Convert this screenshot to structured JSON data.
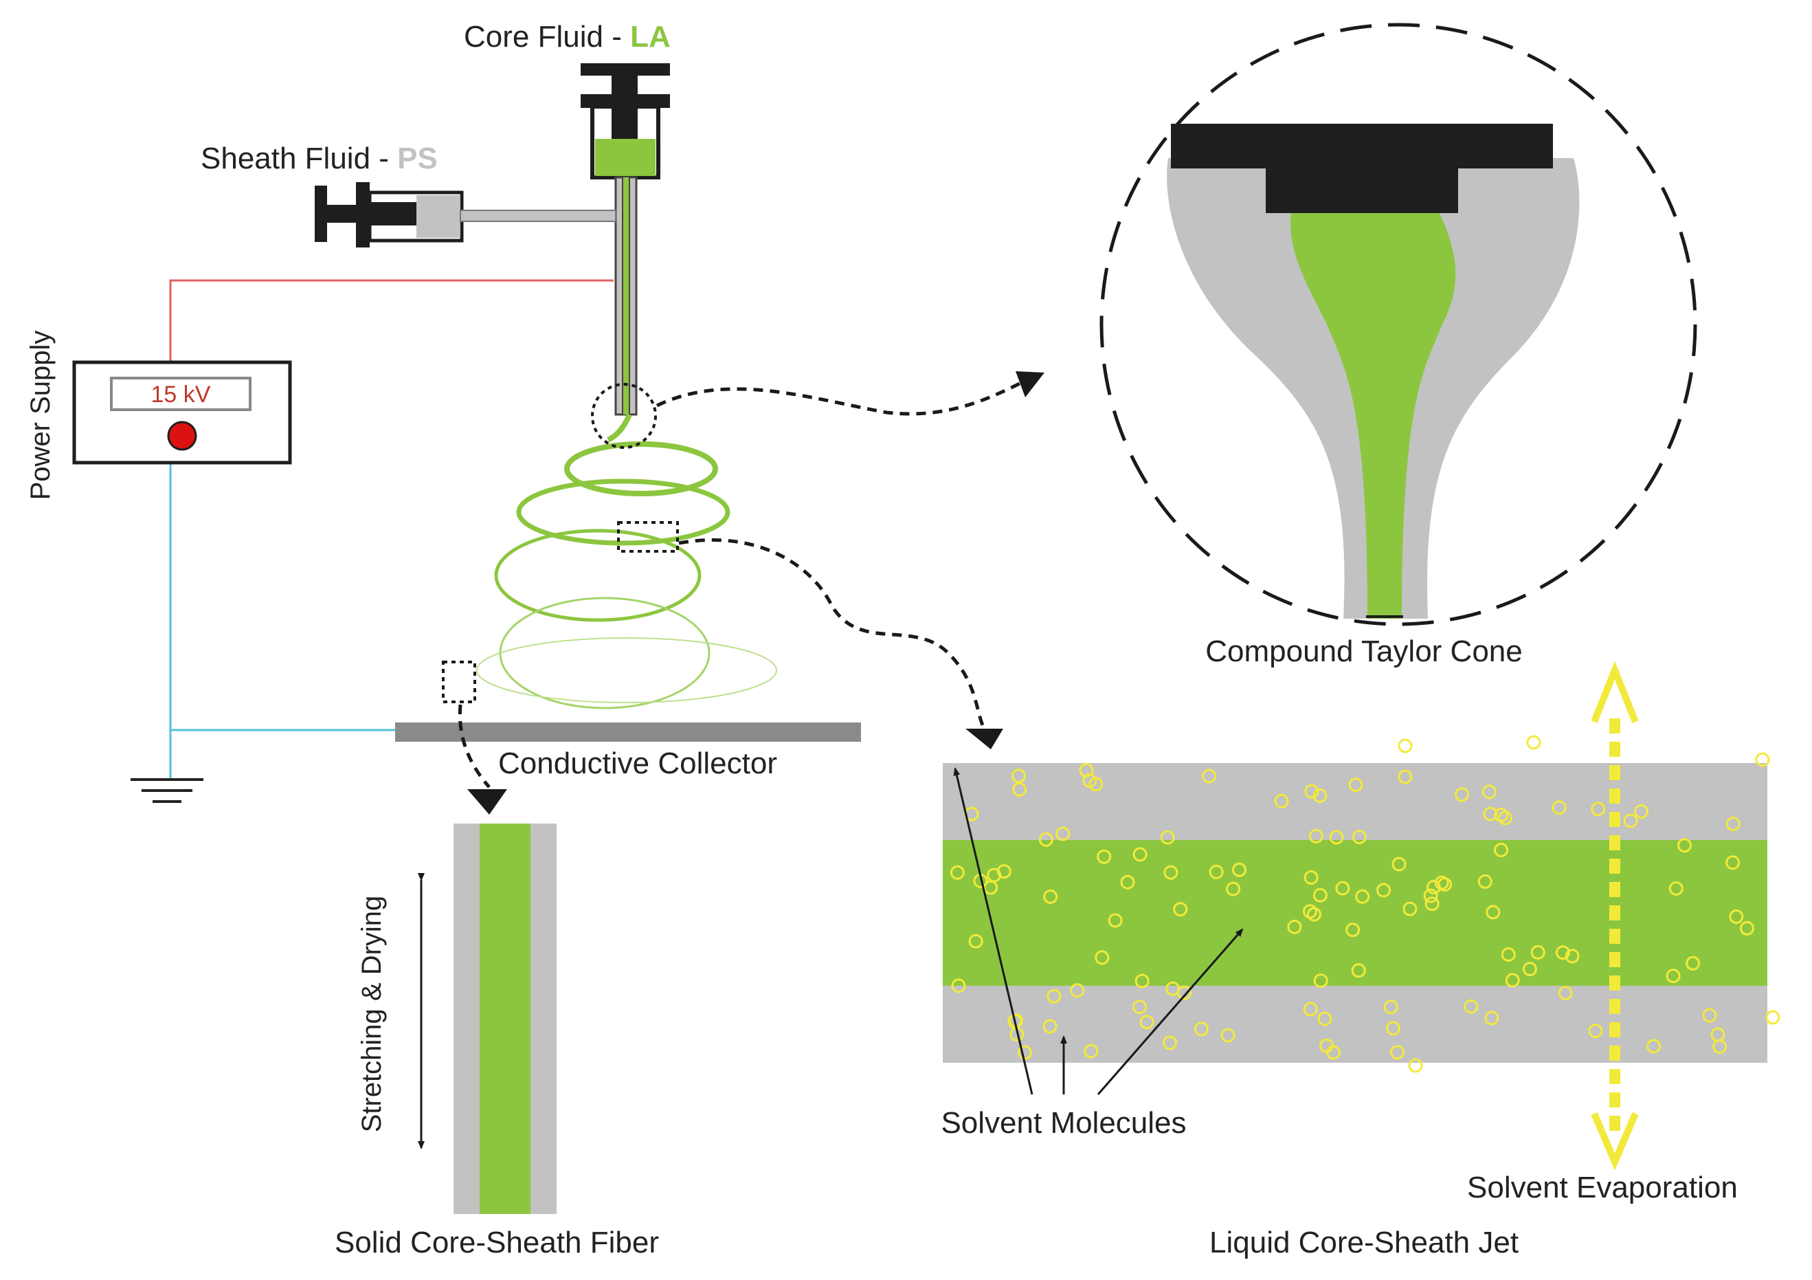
{
  "labels": {
    "core_fluid_prefix": "Core Fluid - ",
    "core_fluid_material": "LA",
    "sheath_fluid_prefix": "Sheath Fluid - ",
    "sheath_fluid_material": "PS",
    "power_supply": "Power Supply",
    "voltage": "15 kV",
    "conductive_collector": "Conductive Collector",
    "stretching_drying": "Stretching & Drying",
    "solid_fiber": "Solid Core-Sheath Fiber",
    "compound_cone": "Compound Taylor Cone",
    "solvent_molecules": "Solvent Molecules",
    "solvent_evaporation": "Solvent Evaporation",
    "liquid_jet": "Liquid Core-Sheath Jet"
  },
  "colors": {
    "core_green": "#8cc63f",
    "sheath_gray": "#c2c2c2",
    "plunger_black": "#1e1e1e",
    "wire_red": "#e06060",
    "wire_cyan": "#4fc3d9",
    "led_red": "#dd1111",
    "solvent_yellow": "#f2ea3a",
    "collector_gray": "#8a8a8a",
    "voltage_text": "#c0392b"
  },
  "icons": {
    "ground": "ground-symbol-icon",
    "indicator_light": "led-indicator-icon"
  }
}
